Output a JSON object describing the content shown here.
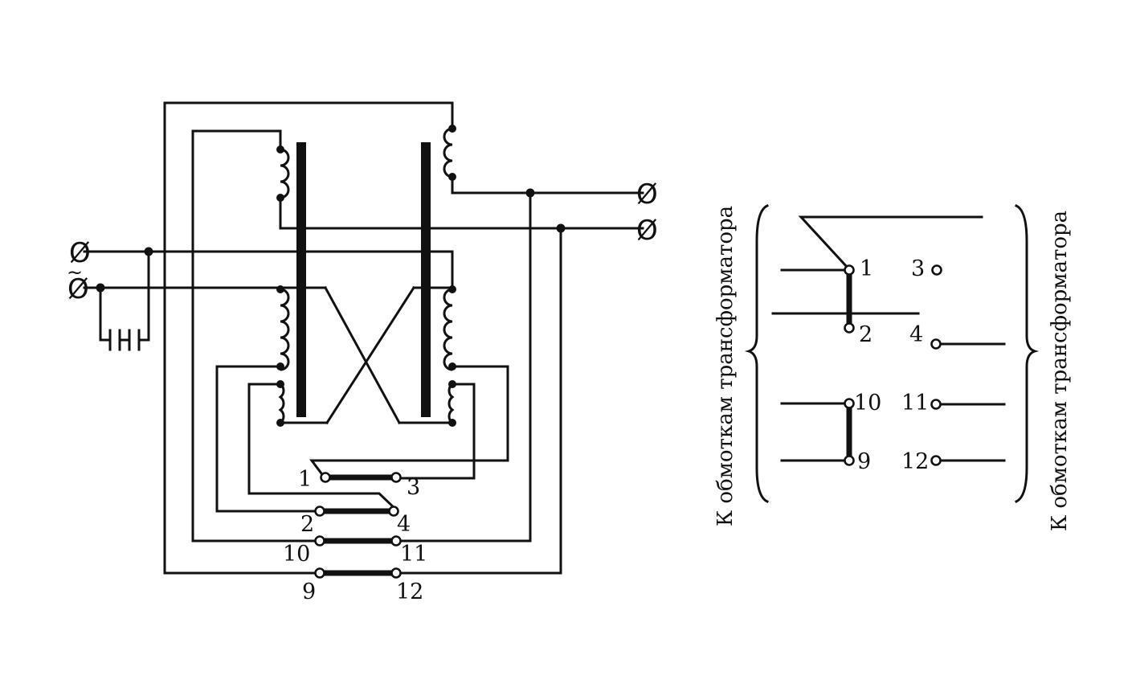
{
  "diagram": {
    "schematic": {
      "supply_symbols": [
        "Ø",
        "Ø",
        "~"
      ],
      "output_symbols": [
        "Ø",
        "Ø"
      ],
      "terminal_labels": [
        "1",
        "3",
        "2",
        "4",
        "10",
        "11",
        "9",
        "12"
      ]
    },
    "jumper_detail": {
      "left_caption": "К обмоткам трансформатора",
      "right_caption": "К обмоткам трансформатора",
      "terminal_labels": [
        "1",
        "3",
        "2",
        "4",
        "10",
        "11",
        "9",
        "12"
      ]
    }
  }
}
